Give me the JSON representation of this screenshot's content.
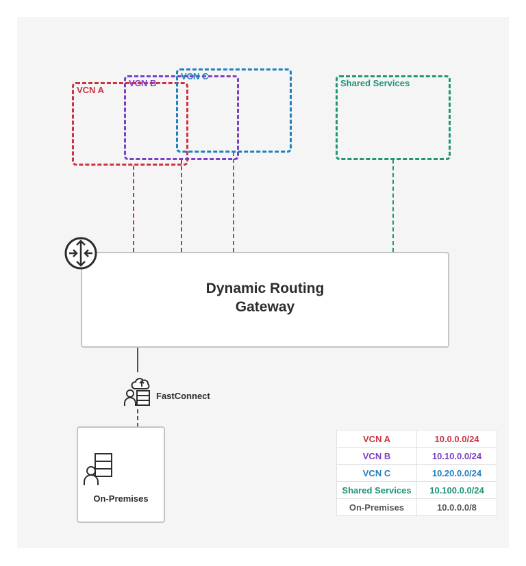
{
  "diagram": {
    "vcns": [
      {
        "id": "vcn-a",
        "label": "VCN A",
        "color": "#cb3340"
      },
      {
        "id": "vcn-b",
        "label": "VCN B",
        "color": "#7a3fc6"
      },
      {
        "id": "vcn-c",
        "label": "VCN C",
        "color": "#1f7fbf"
      },
      {
        "id": "shared",
        "label": "Shared Services",
        "color": "#1f9477"
      }
    ],
    "gateway": {
      "title_line1": "Dynamic Routing",
      "title_line2": "Gateway",
      "icon": "router-icon"
    },
    "fastconnect": {
      "label": "FastConnect",
      "icon": "fastconnect-icon"
    },
    "onprem": {
      "label": "On-Premises",
      "icon": "datacenter-icon"
    }
  },
  "cidr_table": {
    "rows": [
      {
        "name": "VCN A",
        "cidr": "10.0.0.0/24",
        "color": "#cb3340"
      },
      {
        "name": "VCN B",
        "cidr": "10.10.0.0/24",
        "color": "#7a3fc6"
      },
      {
        "name": "VCN C",
        "cidr": "10.20.0.0/24",
        "color": "#1f7fbf"
      },
      {
        "name": "Shared Services",
        "cidr": "10.100.0.0/24",
        "color": "#1f9477"
      },
      {
        "name": "On-Premises",
        "cidr": "10.0.0.0/8",
        "color": "#555555"
      }
    ]
  }
}
